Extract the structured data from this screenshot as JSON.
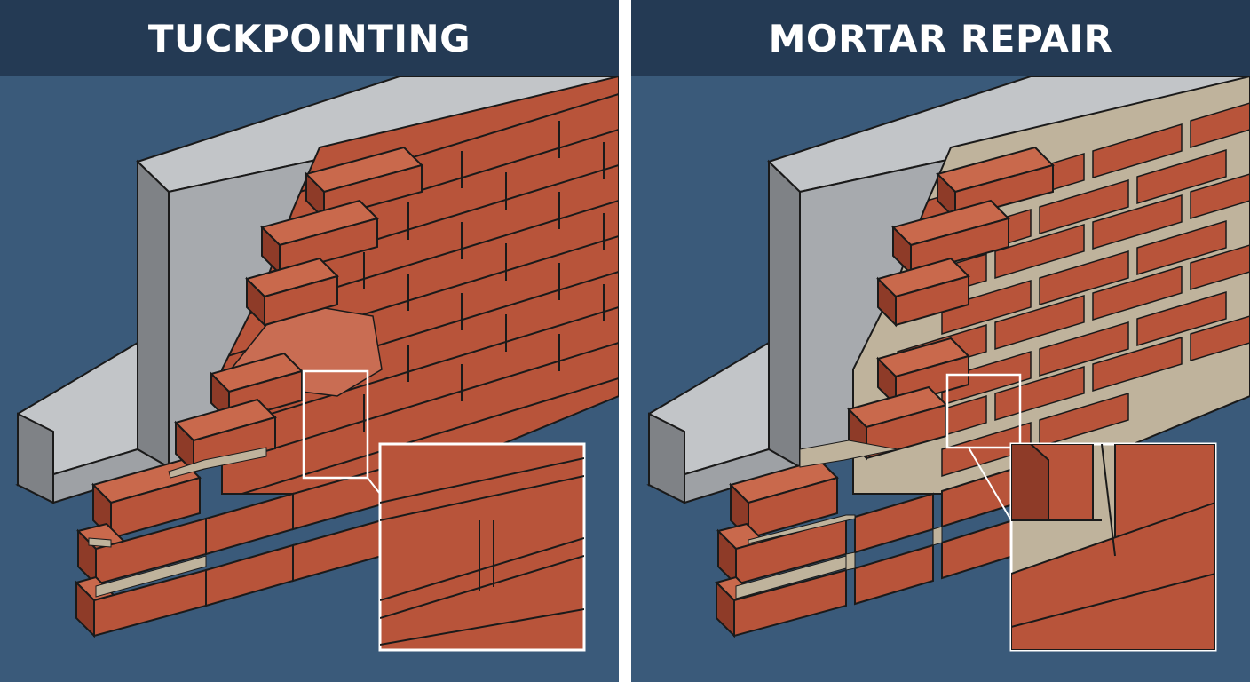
{
  "panels": [
    {
      "title": "TUCKPOINTING"
    },
    {
      "title": "MORTAR REPAIR"
    }
  ],
  "colors": {
    "background": "#3a5a7a",
    "header": "#243a54",
    "brick": "#b8543a",
    "brick_top": "#c9694c",
    "brick_side": "#8e3b28",
    "mortar": "#bfb39c",
    "concrete": "#a7aaae",
    "concrete_dark": "#7f8286",
    "outline": "#1a1a1a",
    "callout": "#ffffff"
  },
  "icons": [
    "brick-wall-illustration",
    "magnifier-callout"
  ]
}
